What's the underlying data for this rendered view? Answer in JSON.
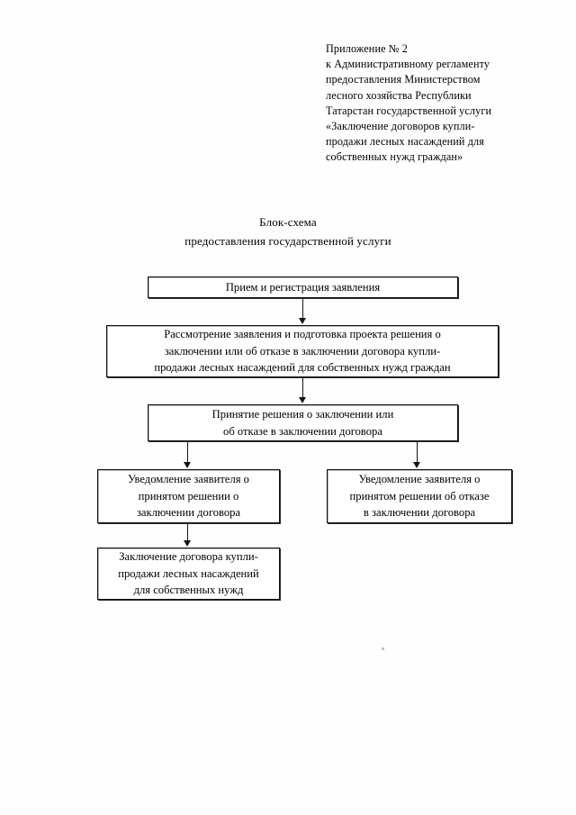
{
  "document": {
    "header": {
      "lines": [
        "Приложение № 2",
        "к Административному регламенту",
        "предоставления Министерством",
        "лесного хозяйства Республики",
        "Татарстан государственной услуги",
        "«Заключение договоров купли-",
        "продажи лесных насаждений для",
        "собственных нужд граждан»"
      ]
    },
    "title": {
      "line1": "Блок-схема",
      "line2": "предоставления государственной услуги"
    }
  },
  "flowchart": {
    "type": "flowchart",
    "orientation": "top-down",
    "nodes": [
      {
        "id": "intake",
        "label": "Прием и регистрация заявления",
        "lines": [
          "Прием и регистрация заявления"
        ]
      },
      {
        "id": "review",
        "label": "Рассмотрение заявления и подготовка проекта решения о заключении или об отказе в заключении договора купли-продажи лесных насаждений для собственных нужд граждан",
        "lines": [
          "Рассмотрение заявления и подготовка проекта решения о",
          "заключении или об отказе в заключении договора купли-",
          "продажи лесных насаждений для собственных нужд граждан"
        ]
      },
      {
        "id": "decision",
        "label": "Принятие решения о заключении или об отказе в заключении договора",
        "lines": [
          "Принятие решения о заключении или",
          "об отказе в заключении договора"
        ]
      },
      {
        "id": "notify-yes",
        "label": "Уведомление заявителя о принятом решении о заключении договора",
        "lines": [
          "Уведомление заявителя о",
          "принятом решении о",
          "заключении договора"
        ]
      },
      {
        "id": "notify-no",
        "label": "Уведомление заявителя о принятом решении об отказе в заключении договора",
        "lines": [
          "Уведомление заявителя о",
          "принятом решении об отказе",
          "в заключении договора"
        ]
      },
      {
        "id": "contract",
        "label": "Заключение договора купли-продажи лесных насаждений для собственных нужд",
        "lines": [
          "Заключение договора купли-",
          "продажи лесных насаждений",
          "для собственных нужд"
        ]
      }
    ],
    "edges": [
      {
        "from": "intake",
        "to": "review"
      },
      {
        "from": "review",
        "to": "decision"
      },
      {
        "from": "decision",
        "to": "notify-yes"
      },
      {
        "from": "decision",
        "to": "notify-no"
      },
      {
        "from": "notify-yes",
        "to": "contract"
      }
    ],
    "colors": {
      "node_border": "#111111",
      "node_fill": "#ffffff",
      "connector": "#141414",
      "page_background": "#fefefe"
    }
  }
}
